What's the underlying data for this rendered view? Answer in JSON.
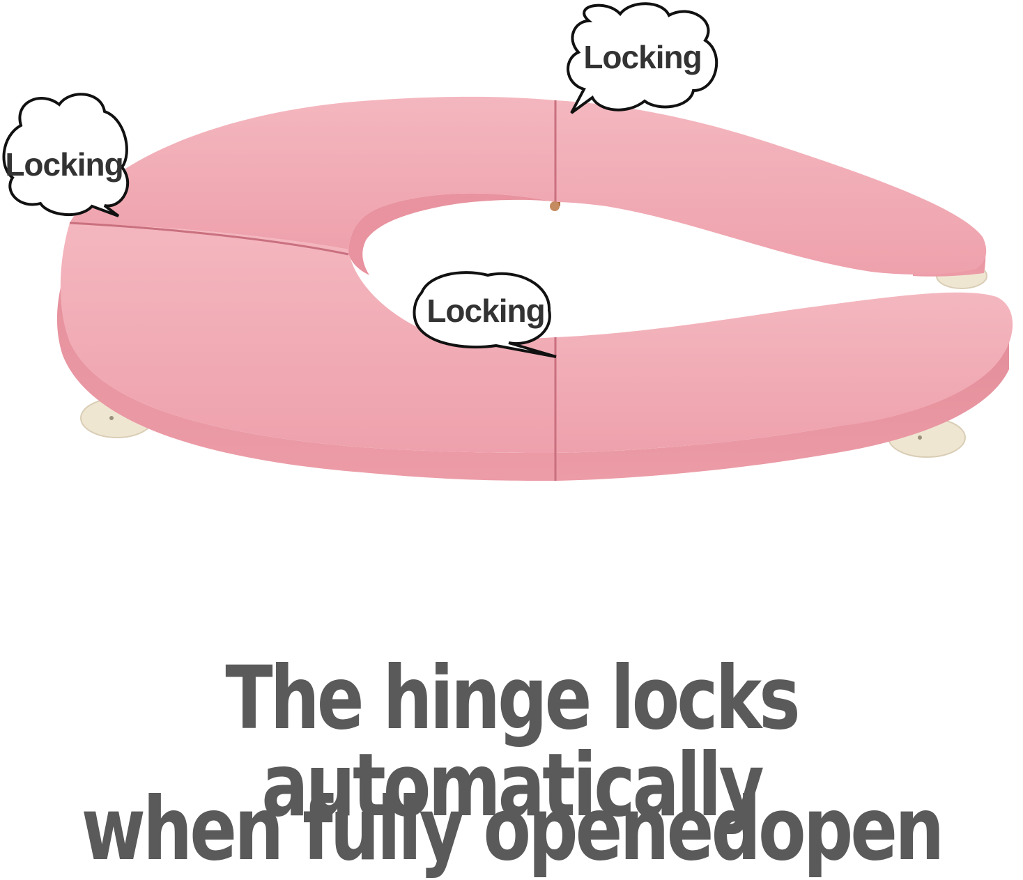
{
  "labels": {
    "locking_top": "Locking",
    "locking_left": "Locking",
    "locking_center": "Locking"
  },
  "caption": {
    "line1": "The hinge locks automatically",
    "line2": "when fully openedopen"
  },
  "colors": {
    "seat_pink": "#f1a9b3",
    "seat_edge": "#e38e99",
    "bumper_cream": "#f2ead8",
    "caption_gray": "#5a5a5a",
    "background": "#ffffff"
  }
}
